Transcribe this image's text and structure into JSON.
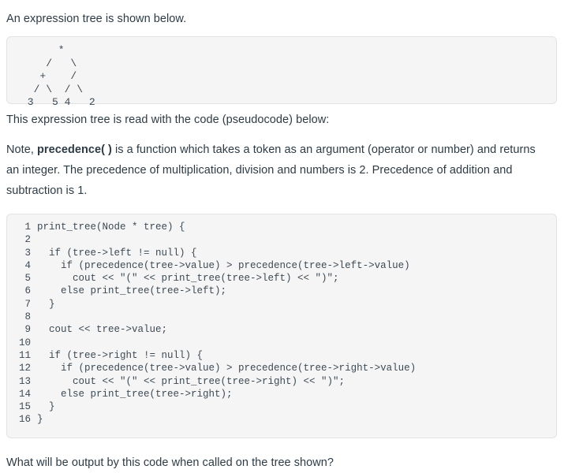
{
  "page": {
    "background_color": "#ffffff",
    "text_color": "#2d3b45",
    "panel_background": "#f5f5f5",
    "panel_border": "#e3e3e3"
  },
  "intro_text": "An expression tree is shown below.",
  "tree": {
    "label": "expression-tree-ascii",
    "ascii": "      *\n    /   \\\n   +    /\n  / \\  / \\\n 3   5 4   2",
    "root": "*",
    "nodes": [
      "*",
      "+",
      "/",
      "3",
      "5",
      "4",
      "2"
    ]
  },
  "lead_text": "This expression tree is read with the code (pseudocode) below:",
  "note": {
    "prefix": "Note, ",
    "bold": "precedence( )",
    "rest": " is a function which takes a token as an argument (operator or number) and returns an integer.   The precedence of multiplication, division and numbers is 2. Precedence of addition and subtraction is 1."
  },
  "code": {
    "language": "pseudocode",
    "lines": [
      {
        "n": "1",
        "text": "print_tree(Node * tree) {"
      },
      {
        "n": "2",
        "text": ""
      },
      {
        "n": "3",
        "text": "  if (tree->left != null) {"
      },
      {
        "n": "4",
        "text": "    if (precedence(tree->value) > precedence(tree->left->value)"
      },
      {
        "n": "5",
        "text": "      cout << \"(\" << print_tree(tree->left) << \")\";"
      },
      {
        "n": "6",
        "text": "    else print_tree(tree->left);"
      },
      {
        "n": "7",
        "text": "  }"
      },
      {
        "n": "8",
        "text": ""
      },
      {
        "n": "9",
        "text": "  cout << tree->value;"
      },
      {
        "n": "10",
        "text": ""
      },
      {
        "n": "11",
        "text": "  if (tree->right != null) {"
      },
      {
        "n": "12",
        "text": "    if (precedence(tree->value) > precedence(tree->right->value)"
      },
      {
        "n": "13",
        "text": "      cout << \"(\" << print_tree(tree->right) << \")\";"
      },
      {
        "n": "14",
        "text": "    else print_tree(tree->right);"
      },
      {
        "n": "15",
        "text": "  }"
      },
      {
        "n": "16",
        "text": "}"
      }
    ]
  },
  "question_text": "What will be output by this code when called on the tree shown?"
}
